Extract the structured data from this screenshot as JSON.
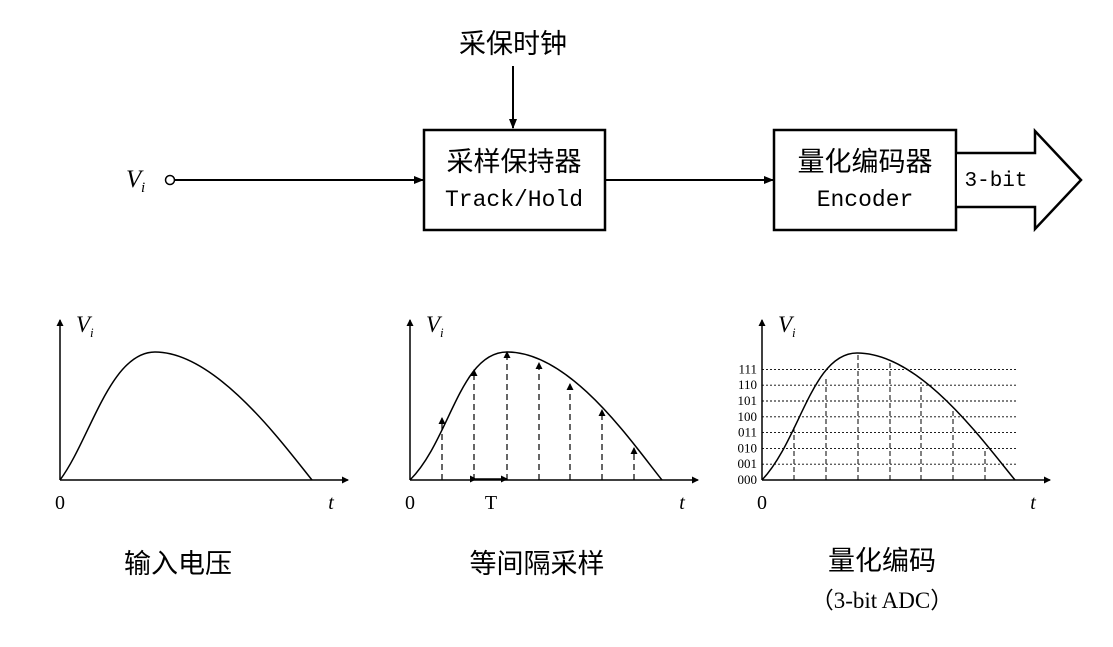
{
  "block_diagram": {
    "clock_label": "采保时钟",
    "input_label_main": "V",
    "input_label_sub": "i",
    "track_hold": {
      "title_cn": "采样保持器",
      "title_en": "Track/Hold"
    },
    "encoder": {
      "title_cn": "量化编码器",
      "title_en": "Encoder"
    },
    "output_label": "3-bit"
  },
  "graphs": {
    "axis_y_main": "V",
    "axis_y_sub": "i",
    "axis_x": "t",
    "origin": "0",
    "input": {
      "caption": "输入电压"
    },
    "sampling": {
      "caption": "等间隔采样",
      "period_label": "T"
    },
    "quantize": {
      "caption": "量化编码",
      "caption_sub": "（3-bit ADC）",
      "levels": [
        "000",
        "001",
        "010",
        "011",
        "100",
        "101",
        "110",
        "111"
      ]
    }
  }
}
